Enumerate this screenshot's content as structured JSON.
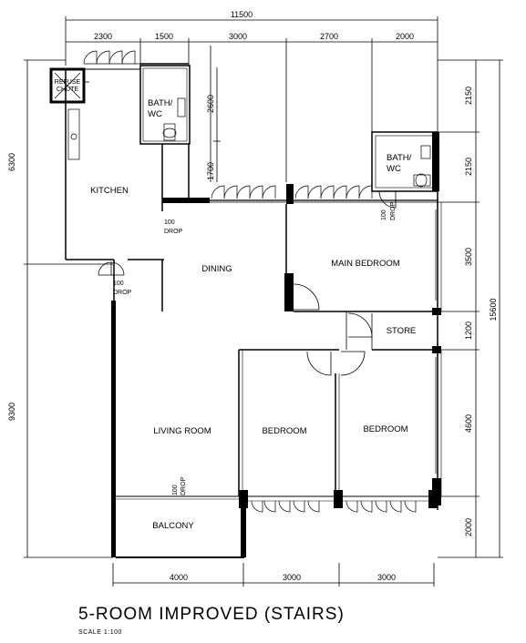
{
  "title": "5-ROOM IMPROVED (STAIRS)",
  "scale": "SCALE  1:100",
  "rooms": {
    "refuse_chute_1": "REFUSE",
    "refuse_chute_2": "CHUTE",
    "bath1_line1": "BATH/",
    "bath1_line2": "WC",
    "bath2_line1": "BATH/",
    "bath2_line2": "WC",
    "kitchen": "KITCHEN",
    "dining": "DINING",
    "main_bedroom": "MAIN BEDROOM",
    "store": "STORE",
    "living_room": "LIVING ROOM",
    "bedroom1": "BEDROOM",
    "bedroom2": "BEDROOM",
    "balcony": "BALCONY"
  },
  "drops": {
    "kitchen_drop_num": "100",
    "kitchen_drop_txt": "DROP",
    "entry_drop_num": "100",
    "entry_drop_txt": "DROP",
    "main_bed_drop_num": "100",
    "main_bed_drop_txt": "DROP",
    "living_drop_num": "100",
    "living_drop_txt": "DROP"
  },
  "dimensions": {
    "top_total": "11500",
    "top": [
      "2300",
      "1500",
      "3000",
      "2700",
      "2000"
    ],
    "left_upper": "6300",
    "left_lower": "9300",
    "right": [
      "2150",
      "2150",
      "3500",
      "1200",
      "4600",
      "2000"
    ],
    "right_total": "15600",
    "inner_bath1": "2600",
    "inner_kitchen": "1700",
    "bottom": [
      "4000",
      "3000",
      "3000"
    ]
  }
}
